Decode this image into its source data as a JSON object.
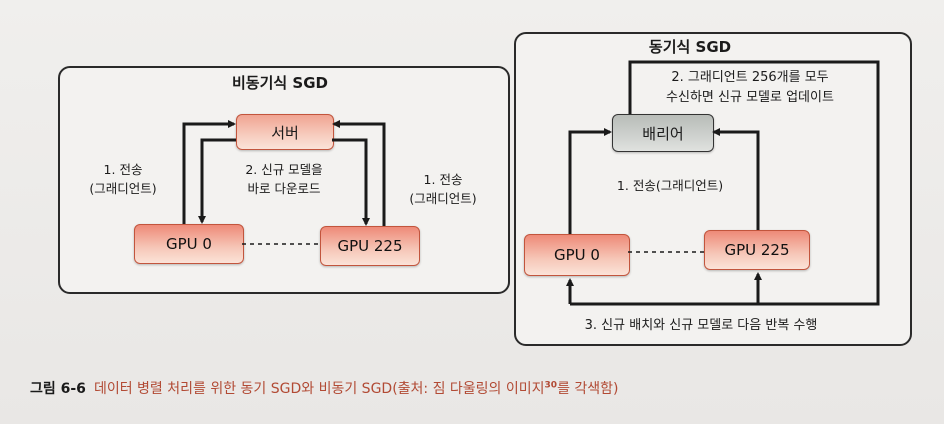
{
  "async_panel": {
    "title": "비동기식 SGD",
    "server_label": "서버",
    "gpu_left": "GPU 0",
    "gpu_right": "GPU 225",
    "left_label_line1": "1. 전송",
    "left_label_line2": "(그래디언트)",
    "middle_label_line1": "2. 신규 모델을",
    "middle_label_line2": "바로 다운로드",
    "right_label_line1": "1. 전송",
    "right_label_line2": "(그래디언트)"
  },
  "sync_panel": {
    "title": "동기식 SGD",
    "barrier_label": "배리어",
    "gpu_left": "GPU 0",
    "gpu_right": "GPU 225",
    "top_label_line1": "2. 그래디언트 256개를 모두",
    "top_label_line2": "수신하면 신규 모델로 업데이트",
    "middle_label": "1. 전송(그래디언트)",
    "bottom_label": "3. 신규 배치와 신규 모델로 다음 반복 수행"
  },
  "caption": {
    "label": "그림 6-6",
    "text": "데이터 병렬 처리를 위한 동기 SGD와 비동기 SGD(출처: 짐 다울링의 이미지",
    "superscript": "30",
    "text_end": "를 각색함)"
  },
  "colors": {
    "gpu_fill": "#f6c7b8",
    "server_fill": "#f7cdbf",
    "barrier_fill": "#cfd2cf",
    "caption_accent": "#b24a34"
  }
}
